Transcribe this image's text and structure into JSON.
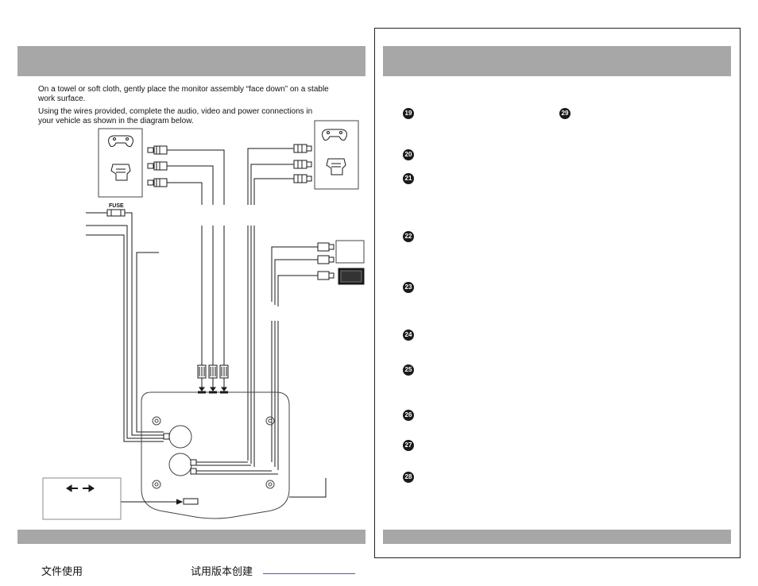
{
  "left_panel": {
    "instruction_line1": "On a towel or soft cloth, gently place the monitor assembly “face down” on a stable",
    "instruction_line2": "work surface.",
    "instruction_line3": "Using the wires provided, complete the audio, video and power connections in",
    "instruction_line4": "your vehicle as shown in the diagram below.",
    "fuse_label": "FUSE"
  },
  "right_panel": {
    "items": [
      "19",
      "29",
      "20",
      "21",
      "22",
      "23",
      "24",
      "25",
      "26",
      "27",
      "28"
    ]
  },
  "footer": {
    "text_left": "文件使用",
    "text_middle": "试用版本创建"
  },
  "colors": {
    "bar": "#a7a7a7",
    "line": "#1a1a1a"
  }
}
